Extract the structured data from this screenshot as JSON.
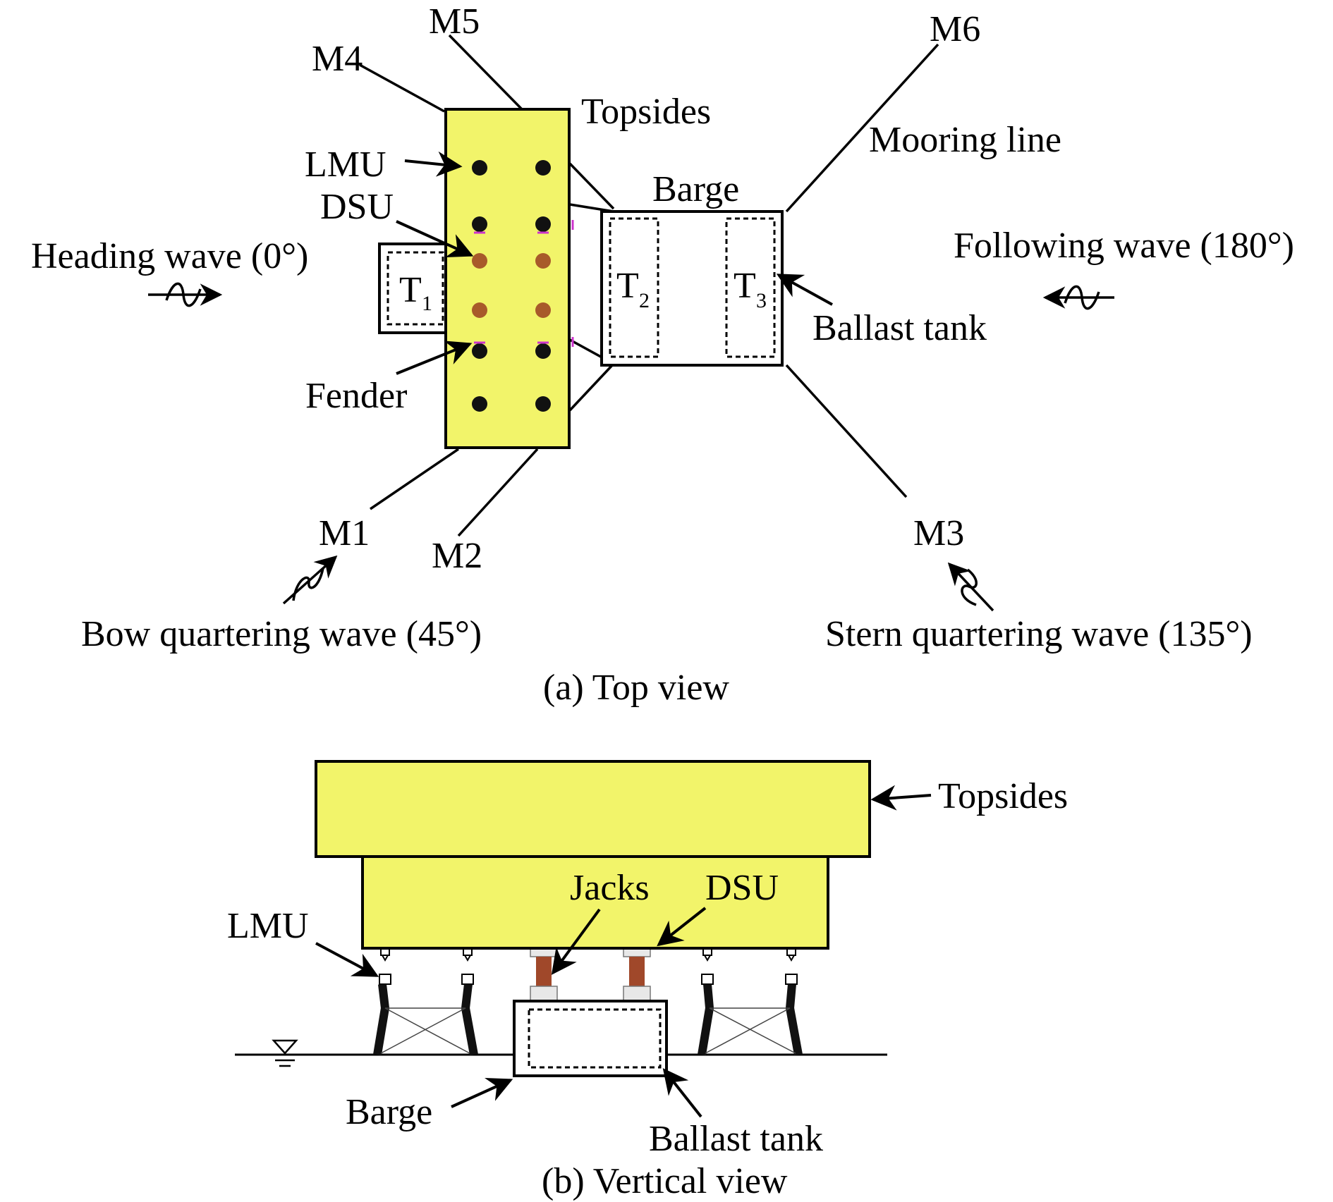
{
  "top_view": {
    "caption": "(a) Top view",
    "labels": {
      "m1": "M1",
      "m2": "M2",
      "m3": "M3",
      "m4": "M4",
      "m5": "M5",
      "m6": "M6",
      "topsides": "Topsides",
      "barge": "Barge",
      "mooring_line": "Mooring line",
      "lmu": "LMU",
      "dsu": "DSU",
      "fender": "Fender",
      "ballast_tank": "Ballast tank",
      "tank_letter": "T",
      "t1_sub": "1",
      "t2_sub": "2",
      "t3_sub": "3"
    },
    "waves": {
      "heading": "Heading wave (0°)",
      "following": "Following wave (180°)",
      "bow_quartering": "Bow quartering wave (45°)",
      "stern_quartering": "Stern quartering wave (135°)"
    }
  },
  "vertical_view": {
    "caption": "(b) Vertical view",
    "labels": {
      "topsides": "Topsides",
      "jacks": "Jacks",
      "dsu": "DSU",
      "lmu": "LMU",
      "barge": "Barge",
      "ballast_tank": "Ballast tank"
    }
  },
  "colors": {
    "topsides_fill": "#f2f46a",
    "lmu_dot": "#111111",
    "dsu_dot": "#a85a2a",
    "fender": "#cc33cc",
    "jack": "#a0482a"
  }
}
